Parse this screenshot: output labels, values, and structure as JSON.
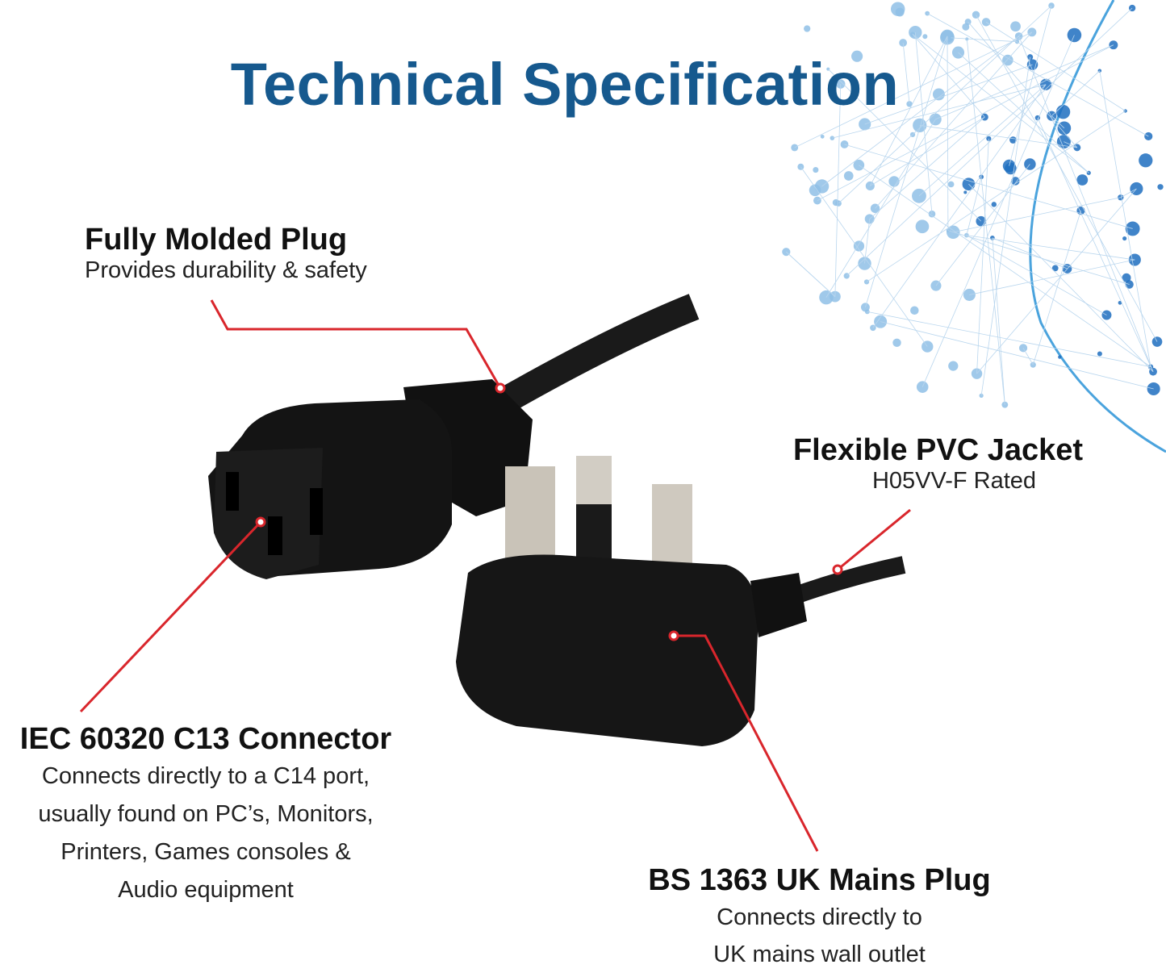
{
  "title": "Technical Specification",
  "features": [
    {
      "heading": "Fully Molded Plug",
      "lines": [
        "Provides durability & safety"
      ]
    },
    {
      "heading": "Flexible PVC Jacket",
      "lines": [
        "H05VV-F Rated"
      ]
    },
    {
      "heading": "IEC 60320 C13 Connector",
      "lines": [
        "Connects directly to a C14 port,",
        "usually found on PC’s, Monitors,",
        "Printers, Games consoles &",
        "Audio equipment"
      ]
    },
    {
      "heading": "BS 1363 UK Mains Plug",
      "lines": [
        "Connects directly to",
        "UK mains wall outlet"
      ]
    }
  ],
  "colors": {
    "title": "#16598e",
    "callout": "#d9262c",
    "globe": "#2a7fc4"
  }
}
